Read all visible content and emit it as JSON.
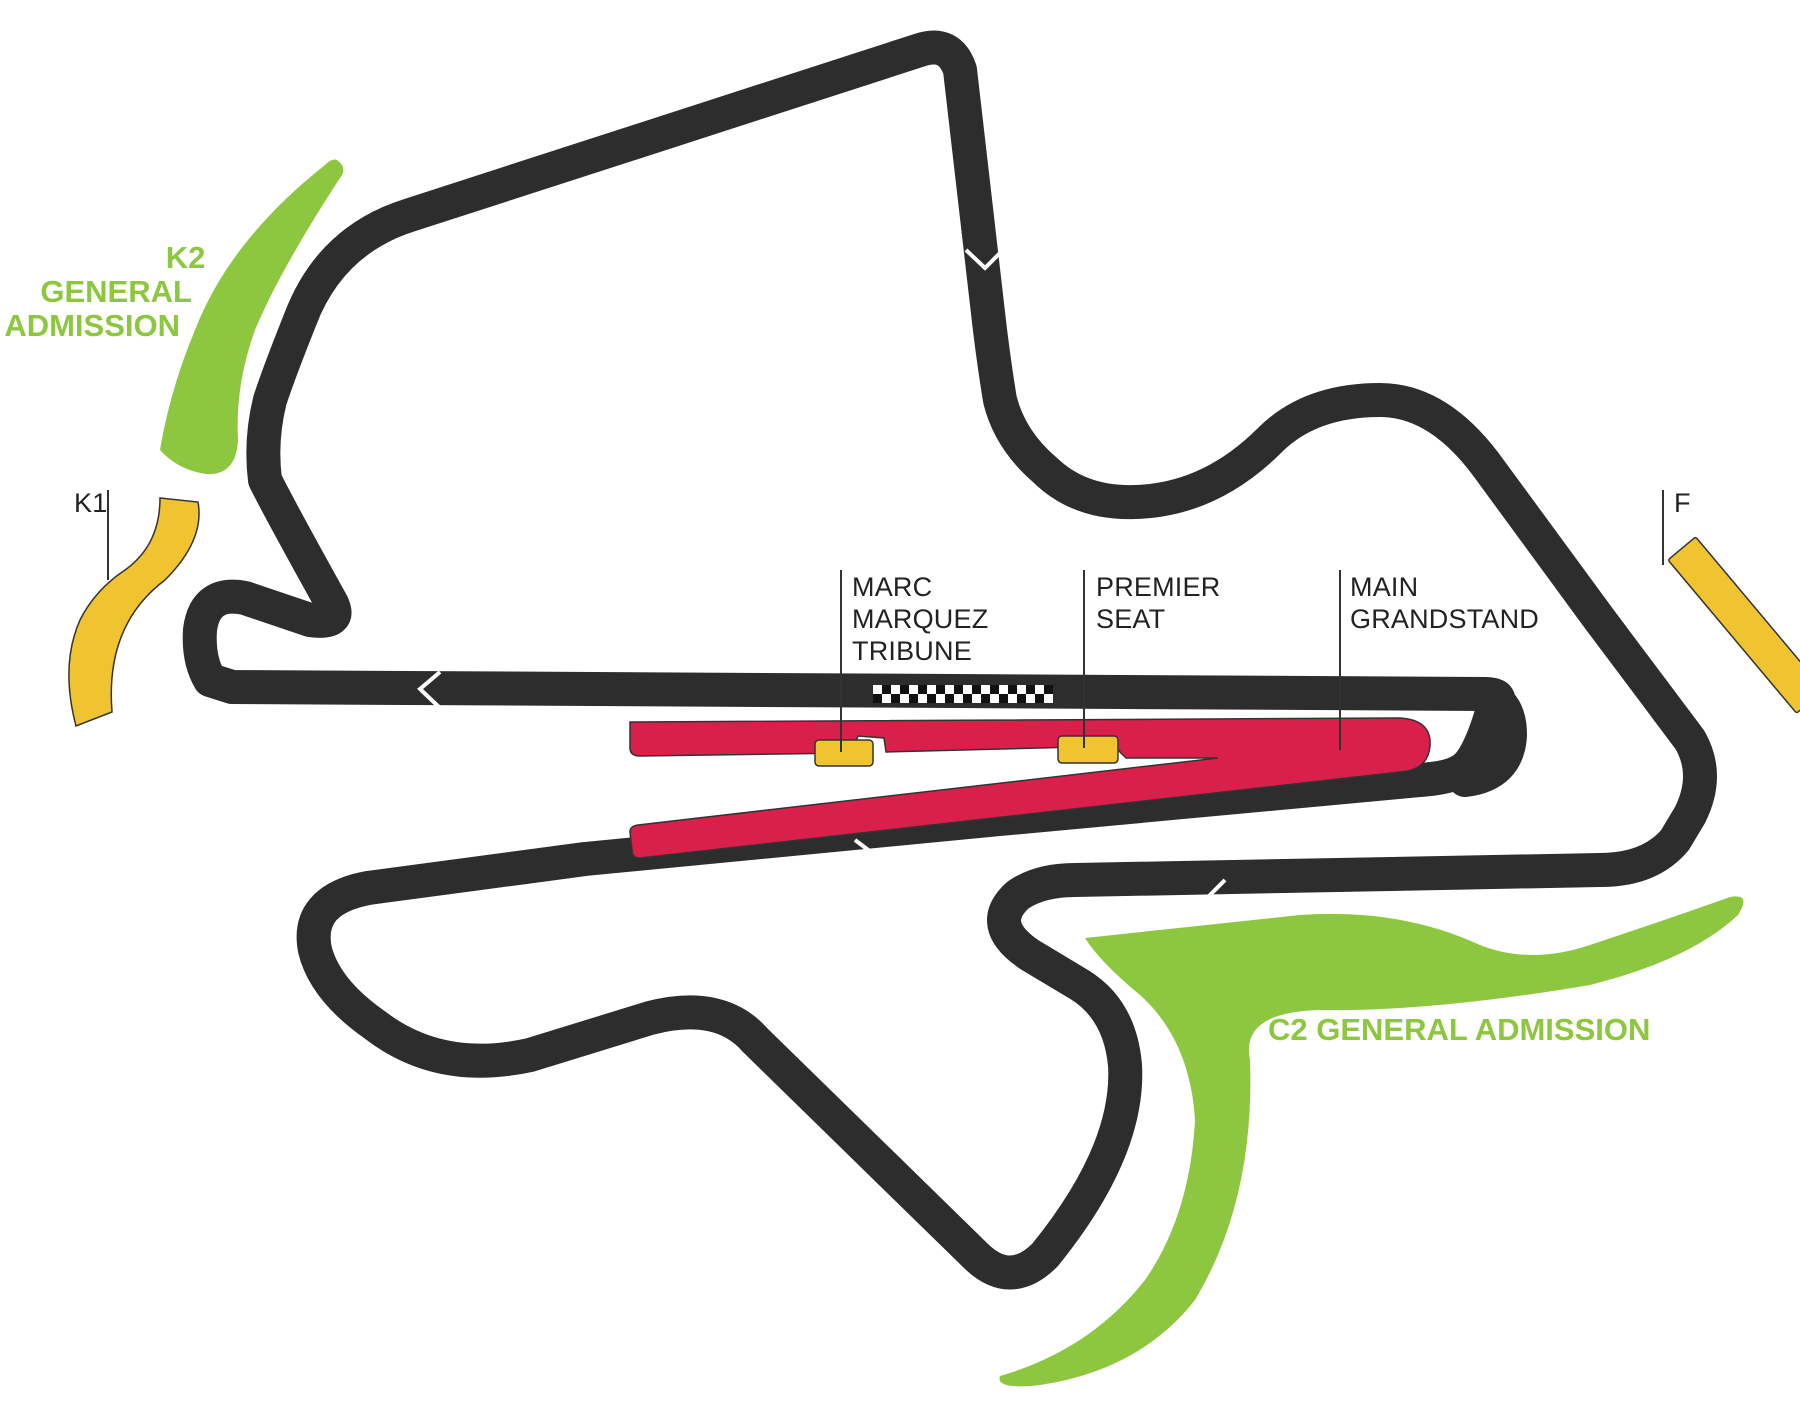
{
  "colors": {
    "track": "#2d2d2d",
    "general_admission": "#8dc63f",
    "grandstand": "#d8204a",
    "seat": "#f0c330",
    "outline": "#333333",
    "chevron": "#ffffff"
  },
  "icons": {
    "start_finish": "checkered-flag-line",
    "direction": "chevron-arrow"
  },
  "zones": {
    "k2": {
      "line1": "K2",
      "line2": "GENERAL",
      "line3": "ADMISSION"
    },
    "k1": {
      "label": "K1"
    },
    "f": {
      "label": "F"
    },
    "c2": {
      "label": "C2 GENERAL ADMISSION"
    },
    "marc_marquez": {
      "line1": "MARC",
      "line2": "MARQUEZ",
      "line3": "TRIBUNE"
    },
    "premier": {
      "line1": "PREMIER",
      "line2": "SEAT"
    },
    "main": {
      "line1": "MAIN",
      "line2": "GRANDSTAND"
    }
  }
}
